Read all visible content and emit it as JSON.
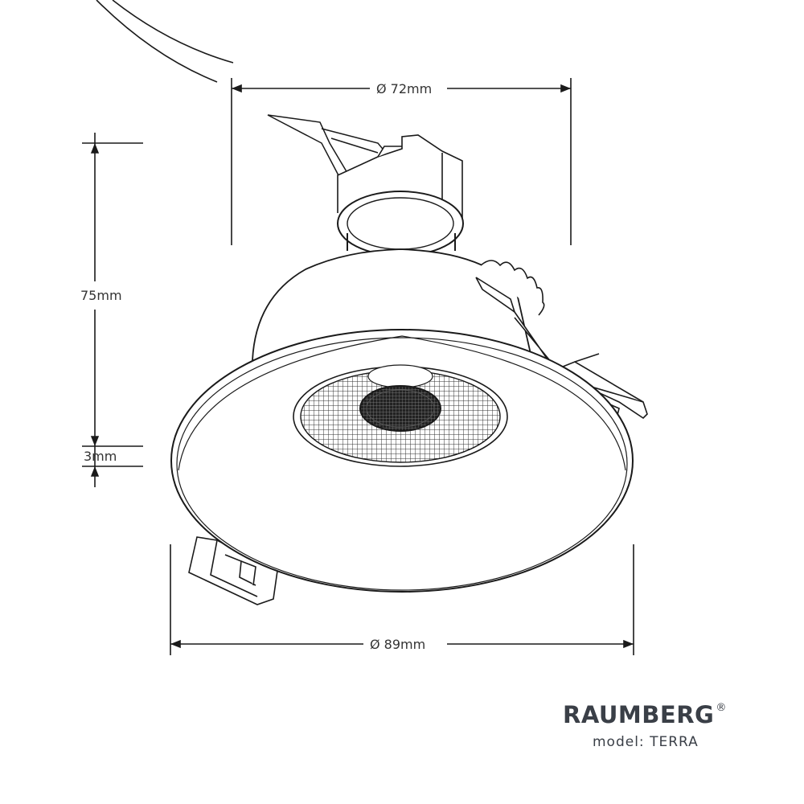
{
  "dimensions": {
    "top_diameter": "Ø 72mm",
    "bottom_diameter": "Ø 89mm",
    "height": "75mm",
    "flange": "3mm"
  },
  "brand": {
    "name": "RAUMBERG",
    "registered_mark": "®",
    "model_label": "model: TERRA"
  },
  "colors": {
    "line": "#1a1a1a",
    "text": "#333333",
    "brand_text": "#3a3f47",
    "background": "#ffffff"
  }
}
